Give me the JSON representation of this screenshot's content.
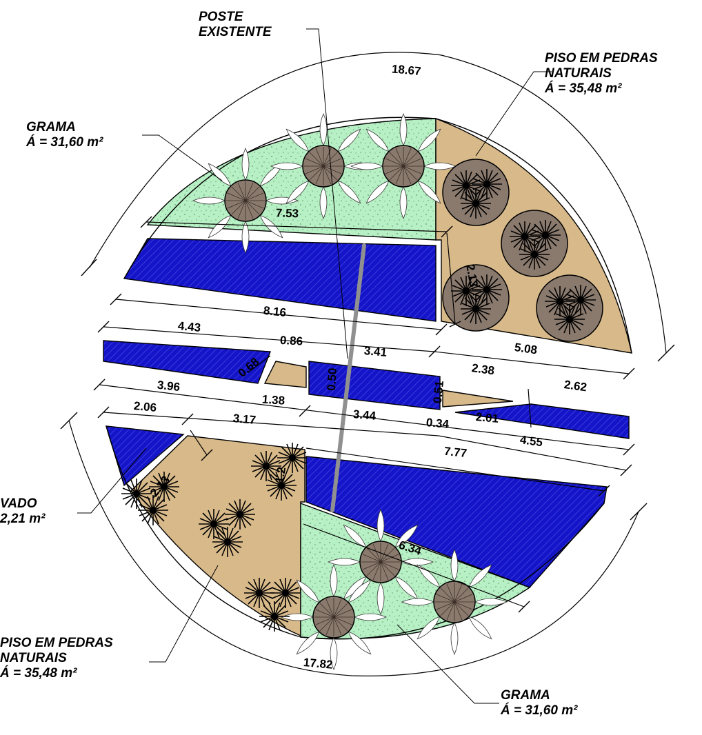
{
  "labels": {
    "poste": [
      "POSTE",
      "EXISTENTE"
    ],
    "piso_top": [
      "PISO EM PEDRAS",
      "NATURAIS",
      "Á = 35,48 m²"
    ],
    "grama_top": [
      "GRAMA",
      "Á = 31,60 m²"
    ],
    "lavado": [
      "VADO",
      "2,21 m²"
    ],
    "piso_bottom": [
      "PISO EM PEDRAS",
      "NATURAIS",
      "Á = 35,48 m²"
    ],
    "grama_bottom": [
      "GRAMA",
      "Á = 31,60 m²"
    ]
  },
  "dimensions": [
    "18.67",
    "7.53",
    "2.13",
    "8.16",
    "4.43",
    "0.86",
    "3.41",
    "5.08",
    "0.68",
    "2.38",
    "0.50",
    "3.96",
    "1.38",
    "0.51",
    "2.62",
    "2.06",
    "3.17",
    "3.44",
    "0.34",
    "2.01",
    "4.55",
    "7.77",
    "2.13",
    "1.2",
    "6.34",
    "17.82"
  ],
  "colors": {
    "grass": "#b7f0c4",
    "stone": "#d8b98a",
    "water": "#1414c8",
    "tree": "#8a7a6e",
    "pole": "#909090"
  }
}
